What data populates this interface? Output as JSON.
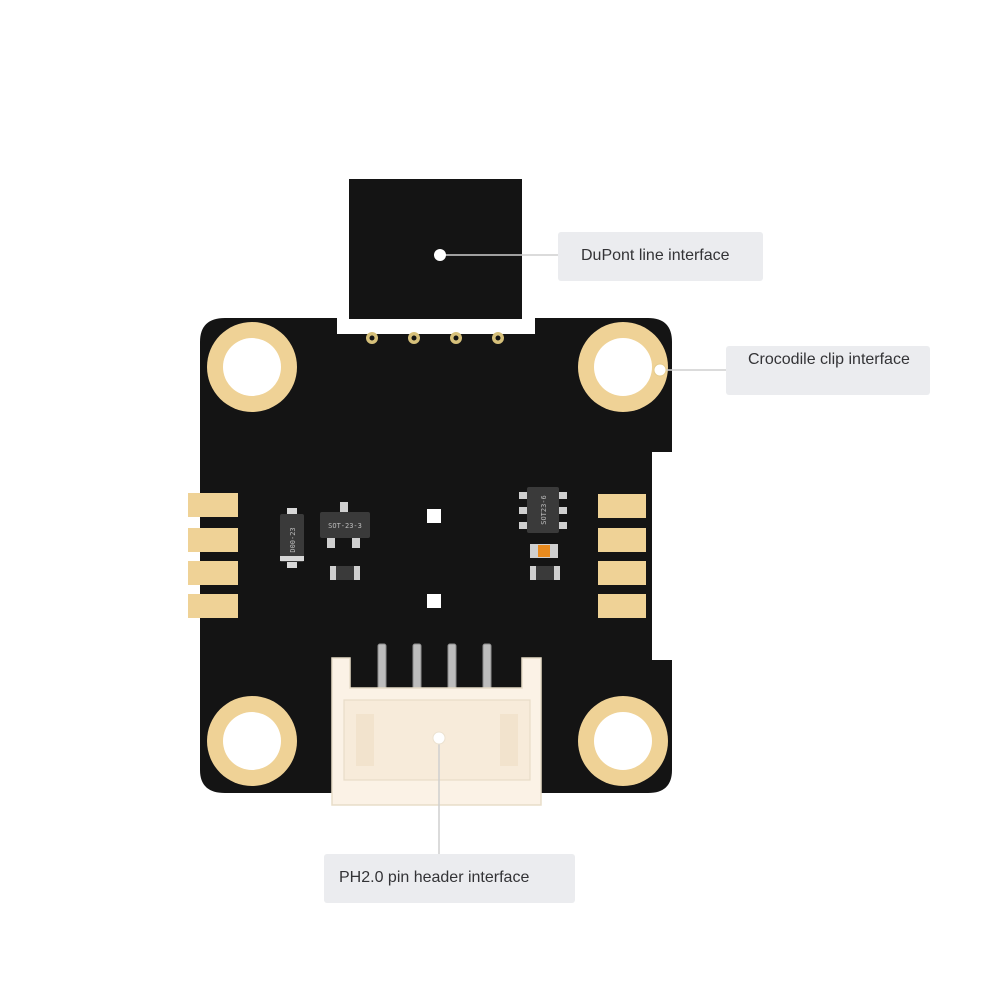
{
  "callouts": {
    "dupont": "DuPont line interface",
    "crocodile": "Crocodile clip interface",
    "ph20": "PH2.0 pin header interface"
  },
  "board_markings": {
    "diode": "D00-23",
    "transistor": "SOT-23-3",
    "ic": "SOT23-6"
  },
  "colors": {
    "pcb": "#141414",
    "gold_pad": "#efd296",
    "gold_pin": "#d6c07a",
    "connector": "#fbf2e6",
    "leader_line": "#cfcfcf",
    "callout_bg": "#ebecef",
    "callout_text": "#333336",
    "led": "#e88a1e"
  }
}
